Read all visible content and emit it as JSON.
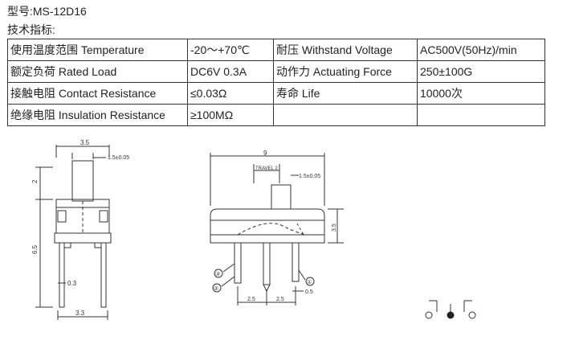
{
  "model": "型号:MS-12D16",
  "spec_label": "技术指标:",
  "specs": [
    [
      "使用温度范围 Temperature",
      "-20～+70℃",
      "耐压 Withstand Voltage",
      "AC500V(50Hz)/min"
    ],
    [
      "额定负荷 Rated Load",
      "DC6V 0.3A",
      "动作力 Actuating Force",
      "250±100G"
    ],
    [
      "接触电阻 Contact Resistance",
      "≤0.03Ω",
      "寿命 Life",
      "10000次"
    ],
    [
      "绝缘电阻 Insulation Resistance",
      "≥100MΩ",
      "",
      ""
    ]
  ],
  "drawing": {
    "side": {
      "width": "3.5",
      "knob": "1.5±0.05",
      "knob_h": "2",
      "height": "6.5",
      "pin": "0.3",
      "base": "3.3"
    },
    "front": {
      "width": "9",
      "travel": "TRAVEL 2",
      "knob": "1.5±0.05",
      "body_h": "3.5",
      "pitch1": "2.5",
      "pitch2": "2.5",
      "pin_w": "0.5",
      "pin_labels": [
        "③",
        "②",
        "①"
      ]
    }
  }
}
